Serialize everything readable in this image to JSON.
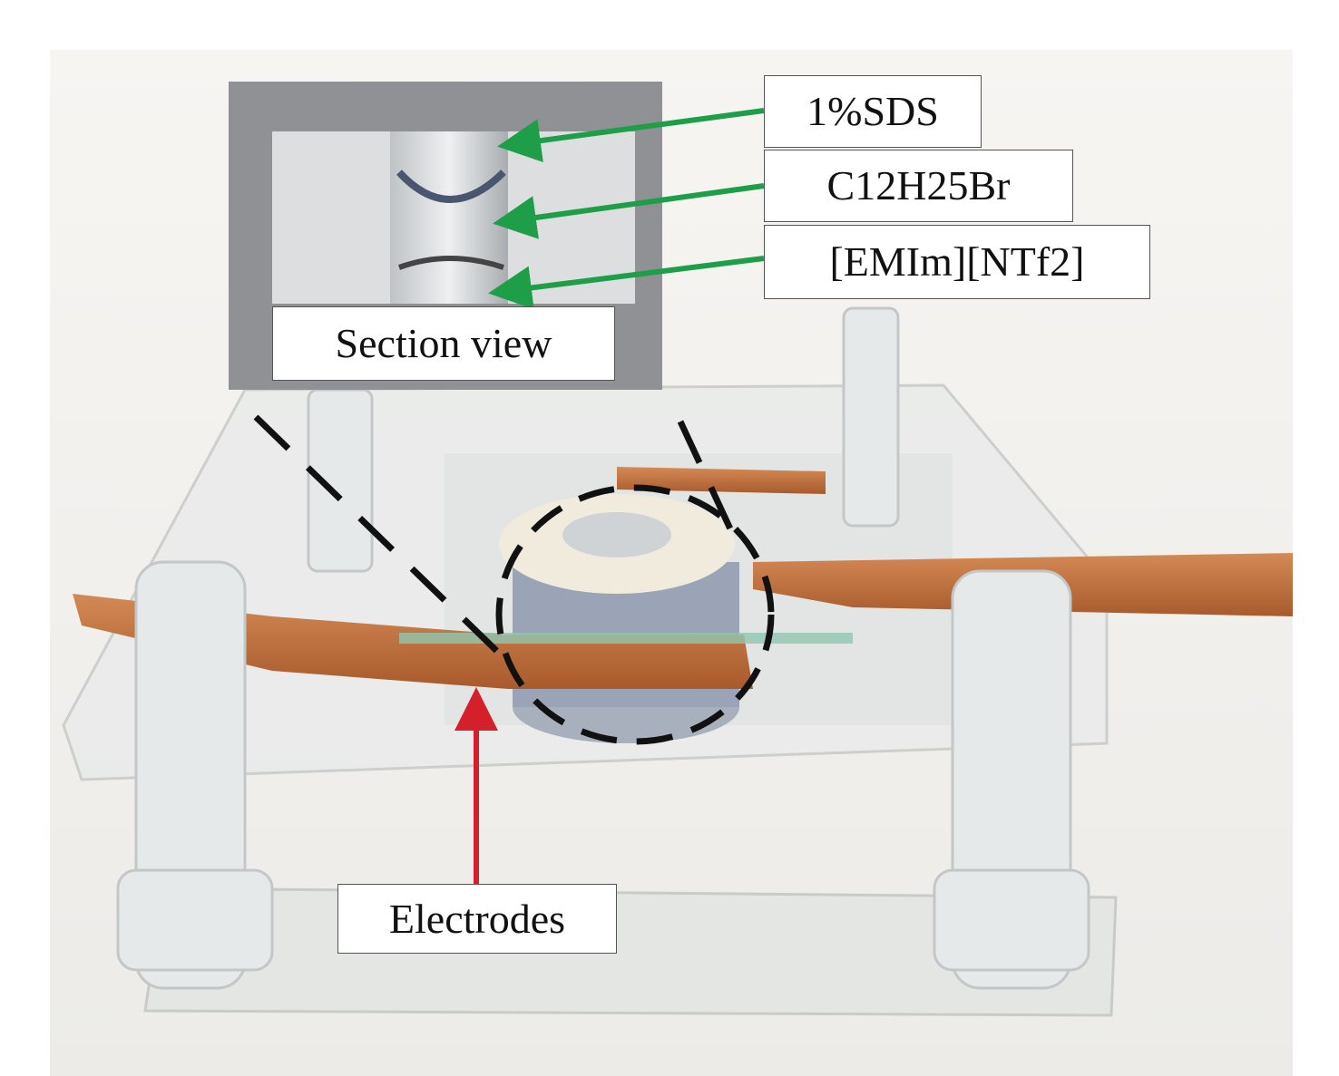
{
  "labels": {
    "layer_top": "1%SDS",
    "layer_middle": "C12H25Br",
    "layer_bottom": "[EMIm][NTf2]",
    "inset": "Section view",
    "electrodes": "Electrodes"
  },
  "colors": {
    "arrow_green": "#1f9e4a",
    "arrow_red": "#d4202a",
    "copper": "#c0703e"
  }
}
